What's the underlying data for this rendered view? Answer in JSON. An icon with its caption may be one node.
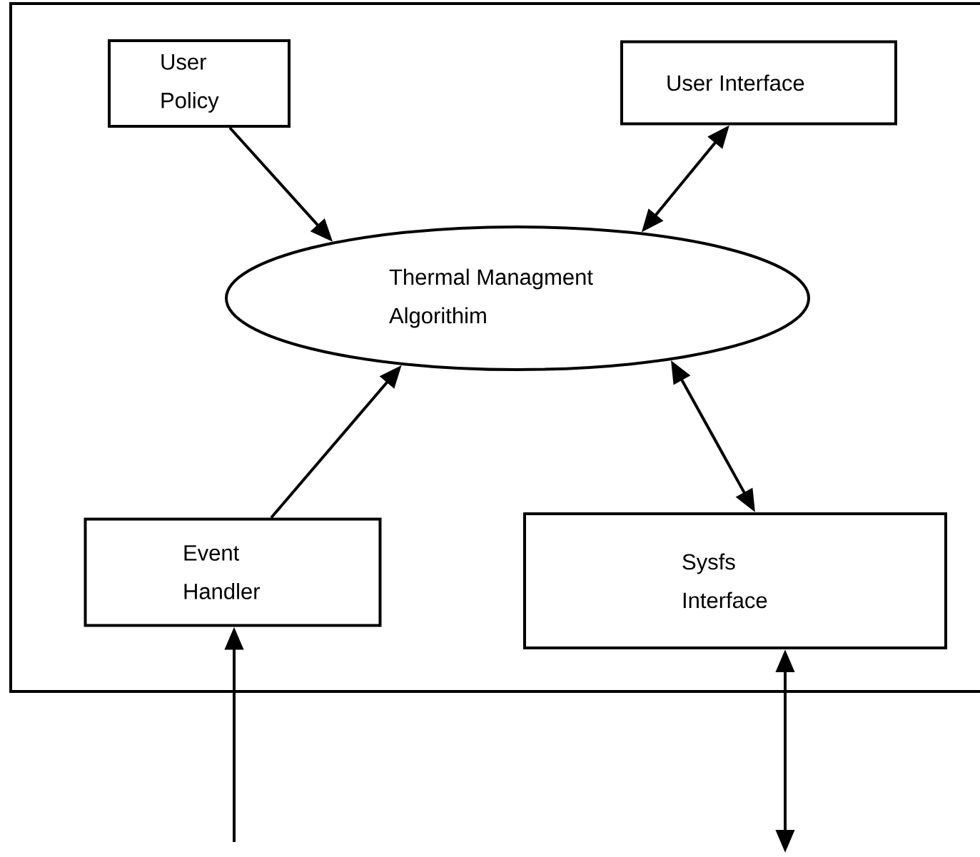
{
  "diagram": {
    "nodes": [
      {
        "text": [],
        "shape": "box"
      },
      {
        "text": [
          "User Policy"
        ],
        "in": 0
      },
      {
        "text": [
          "User Interface"
        ],
        "in": 0
      },
      {
        "text": [
          "Thermal Managment Algorithim"
        ],
        "in": 0
      },
      {
        "text": [
          "Event Handler"
        ],
        "in": 0
      },
      {
        "text": [
          "Sysfs Interface"
        ],
        "in": 0
      }
    ],
    "edges": [
      {
        "from": 1,
        "to": 3,
        "arrow": "to"
      },
      {
        "from": 2,
        "to": 3,
        "arrow": "both"
      },
      {
        "from": 4,
        "to": 3,
        "arrow": "to"
      },
      {
        "from": 3,
        "to": 5,
        "arrow": "both"
      },
      {
        "from": null,
        "to": 4,
        "arrow": "to"
      },
      {
        "from": 5,
        "to": null,
        "arrow": "both"
      }
    ]
  }
}
